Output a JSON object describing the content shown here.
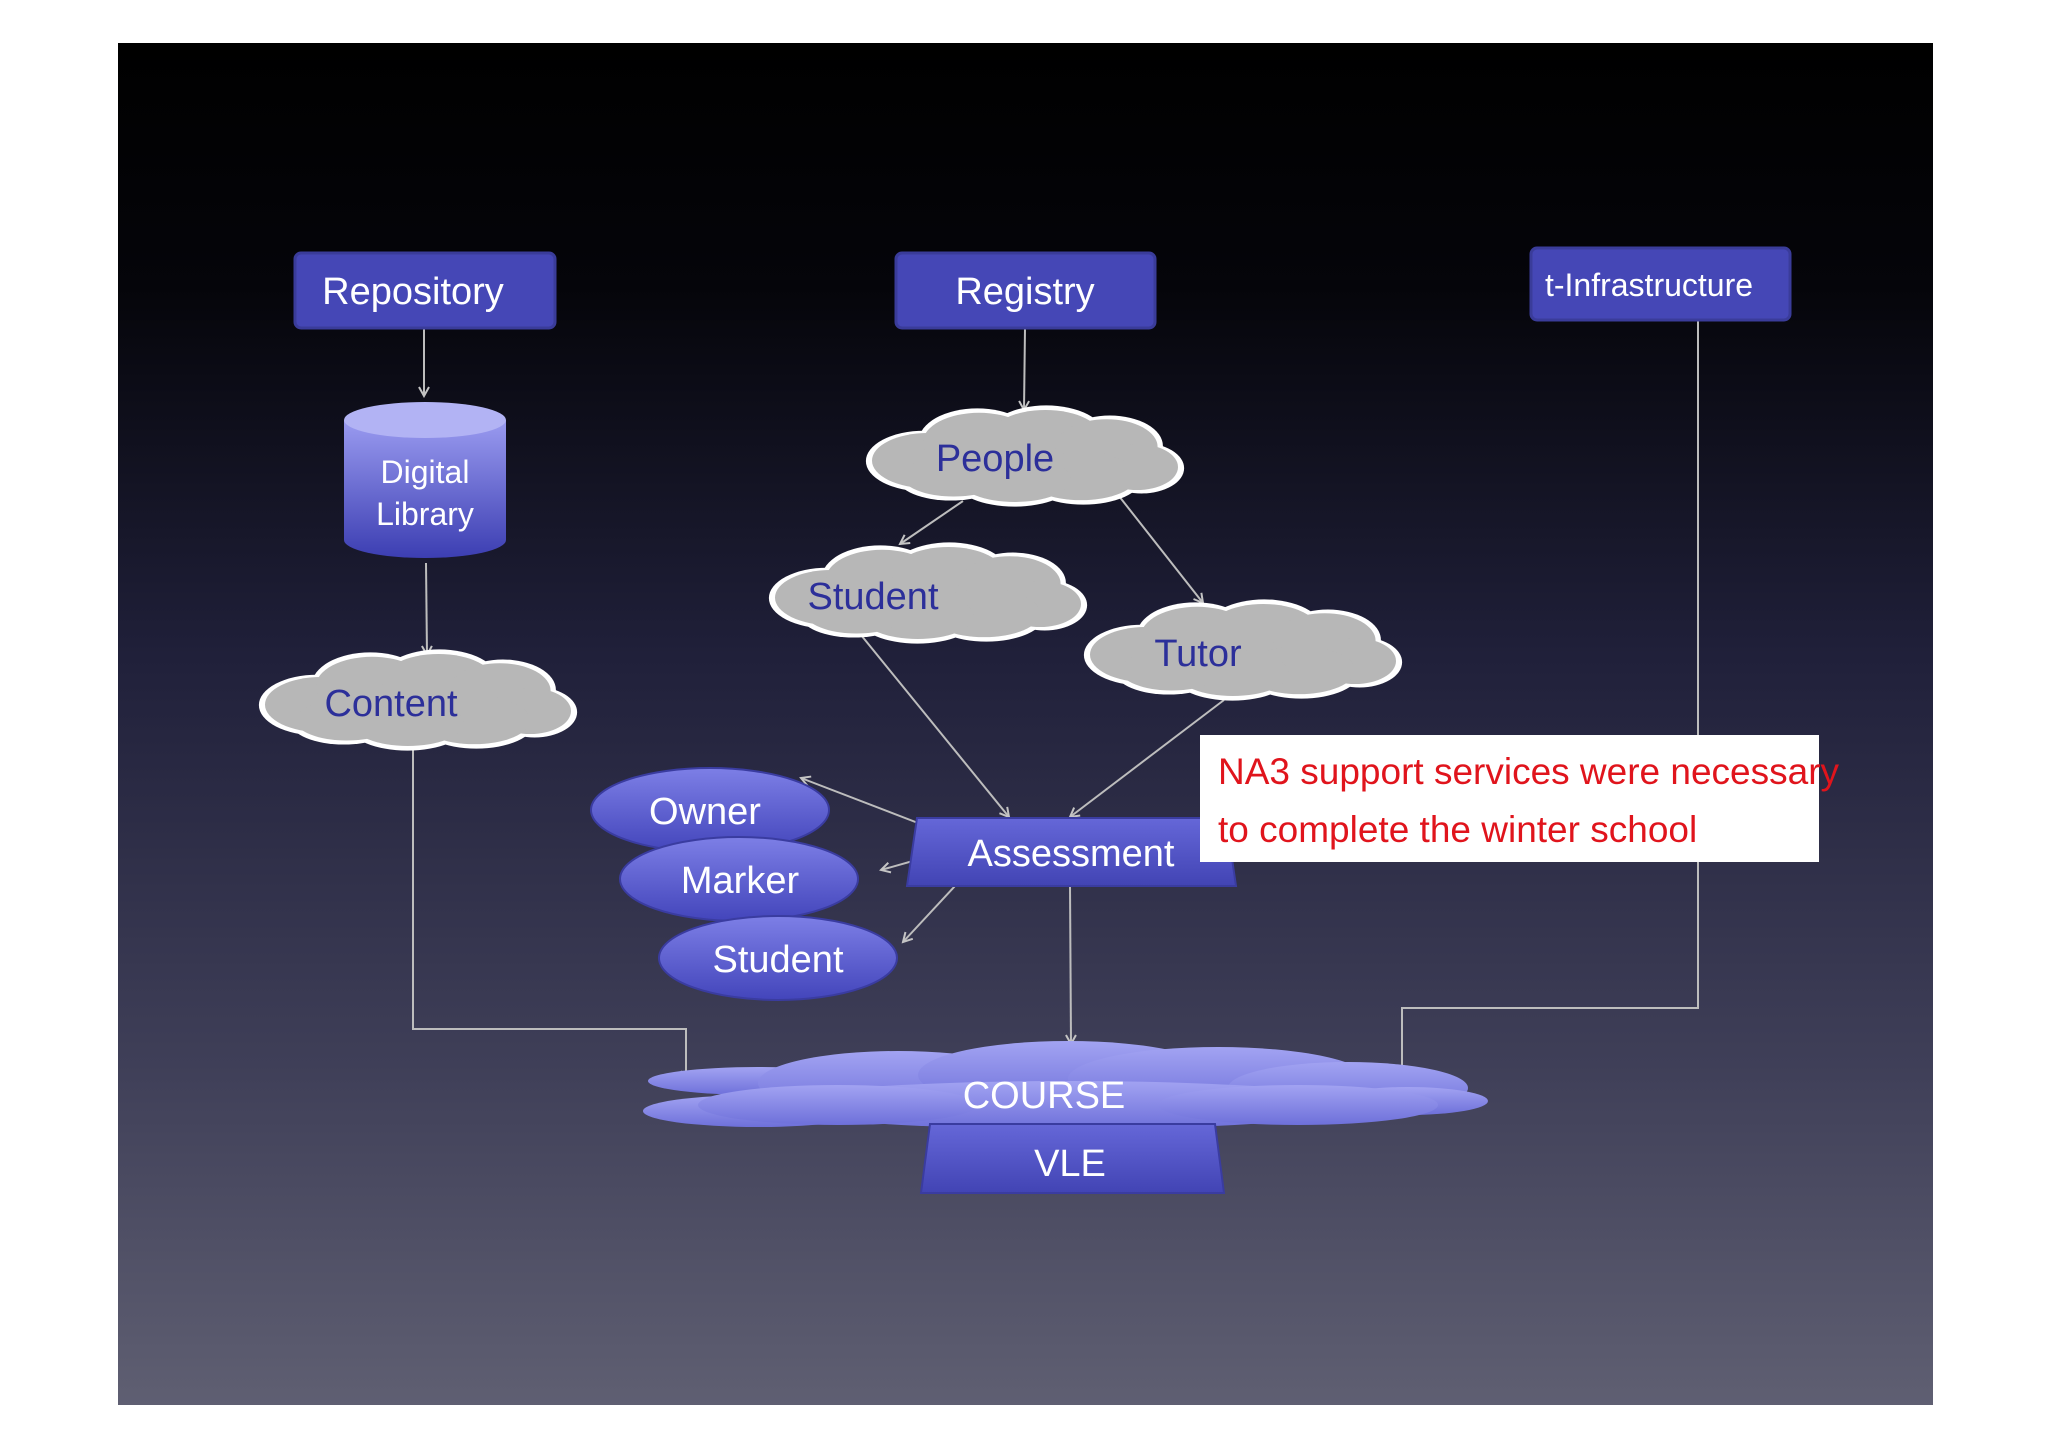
{
  "nodes": {
    "repository": "Repository",
    "registry": "Registry",
    "t_infrastructure": "t-Infrastructure",
    "digital_library_line1": "Digital",
    "digital_library_line2": "Library",
    "people": "People",
    "student_cloud": "Student",
    "tutor": "Tutor",
    "content": "Content",
    "owner": "Owner",
    "marker": "Marker",
    "student_oval": "Student",
    "assessment": "Assessment",
    "course": "COURSE",
    "vle": "VLE"
  },
  "callout": {
    "line1": "NA3 support services were necessary",
    "line2": "to complete the winter school"
  },
  "colors": {
    "box_fill": "#4446b4",
    "box_stroke": "#3a3c9a",
    "cloud_fill": "#b7b7b7",
    "cloud_text": "#2c2f9a",
    "oval_fill": "#6062d2",
    "course_fill": "#8a8be8",
    "callout_text": "#e0141c",
    "connector": "#bdbdbd"
  }
}
